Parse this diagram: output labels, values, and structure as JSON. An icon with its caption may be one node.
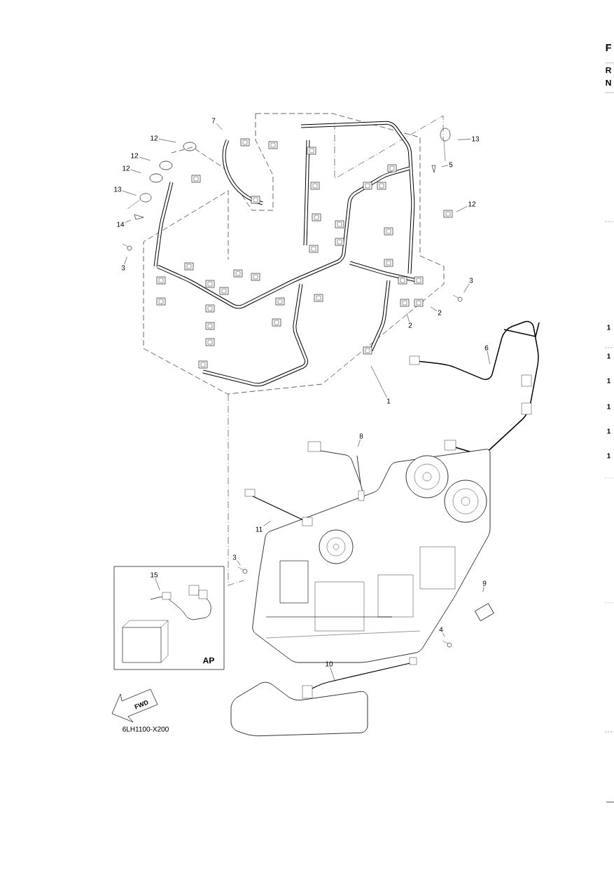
{
  "diagram": {
    "nodes": [
      {
        "text": [
          "7"
        ]
      },
      {
        "text": [
          "12"
        ]
      },
      {
        "text": [
          "12"
        ]
      },
      {
        "text": [
          "12"
        ]
      },
      {
        "text": [
          "13"
        ]
      },
      {
        "text": [
          "14"
        ]
      },
      {
        "text": [
          "3"
        ]
      },
      {
        "text": [
          "13"
        ]
      },
      {
        "text": [
          "5"
        ]
      },
      {
        "text": [
          "12"
        ]
      },
      {
        "text": [
          "3"
        ]
      },
      {
        "text": [
          "2"
        ]
      },
      {
        "text": [
          "2"
        ]
      },
      {
        "text": [
          "1"
        ]
      },
      {
        "text": [
          "6"
        ]
      },
      {
        "text": [
          "8"
        ]
      },
      {
        "text": [
          "11"
        ]
      },
      {
        "text": [
          "3"
        ]
      },
      {
        "text": [
          "15"
        ]
      },
      {
        "text": [
          "9"
        ]
      },
      {
        "text": [
          "4"
        ]
      },
      {
        "text": [
          "10"
        ]
      }
    ],
    "edges": [
      {
        "from": 0,
        "to": null,
        "arrow": "none"
      },
      {
        "from": 1,
        "to": null,
        "arrow": "none"
      },
      {
        "from": 2,
        "to": null,
        "arrow": "none"
      },
      {
        "from": 3,
        "to": null,
        "arrow": "none"
      },
      {
        "from": 4,
        "to": null,
        "arrow": "none"
      },
      {
        "from": 5,
        "to": null,
        "arrow": "none"
      },
      {
        "from": 6,
        "to": null,
        "arrow": "none"
      },
      {
        "from": 7,
        "to": null,
        "arrow": "none"
      },
      {
        "from": 8,
        "to": null,
        "arrow": "none"
      },
      {
        "from": 9,
        "to": null,
        "arrow": "none"
      },
      {
        "from": 10,
        "to": null,
        "arrow": "none"
      },
      {
        "from": 11,
        "to": null,
        "arrow": "none"
      },
      {
        "from": 12,
        "to": null,
        "arrow": "none"
      },
      {
        "from": 13,
        "to": null,
        "arrow": "none"
      },
      {
        "from": 14,
        "to": null,
        "arrow": "none"
      },
      {
        "from": 15,
        "to": null,
        "arrow": "none"
      },
      {
        "from": 16,
        "to": null,
        "arrow": "none"
      },
      {
        "from": 17,
        "to": null,
        "arrow": "none"
      },
      {
        "from": 18,
        "to": null,
        "arrow": "none"
      },
      {
        "from": 19,
        "to": null,
        "arrow": "none"
      },
      {
        "from": 20,
        "to": null,
        "arrow": "none"
      },
      {
        "from": 21,
        "to": null,
        "arrow": "none"
      }
    ],
    "labels": [
      "F",
      "R",
      "N",
      "1",
      "1",
      "1",
      "1",
      "1",
      "1",
      "AP",
      "FWD",
      "6LH1100-X200"
    ]
  }
}
